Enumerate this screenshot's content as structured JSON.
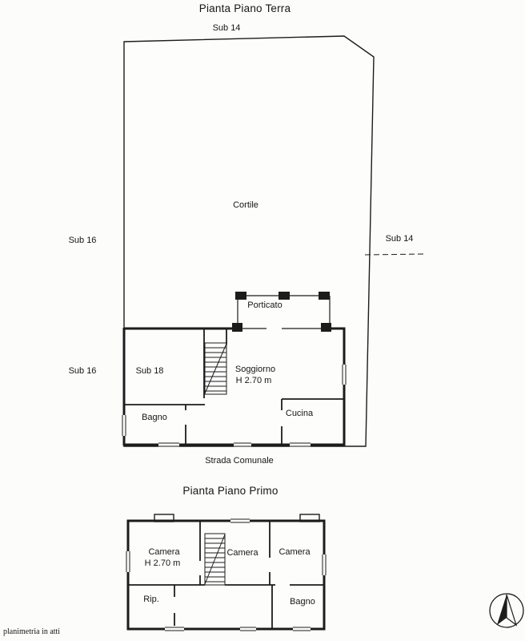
{
  "ground_floor": {
    "title": "Pianta Piano Terra",
    "sub14_top": "Sub 14",
    "cortile": "Cortile",
    "sub16_upper": "Sub 16",
    "sub14_right": "Sub 14",
    "porticato": "Porticato",
    "sub16_lower": "Sub 16",
    "sub18": "Sub 18",
    "soggiorno": "Soggiorno",
    "soggiorno_height": "H 2.70 m",
    "bagno": "Bagno",
    "cucina": "Cucina",
    "street": "Strada Comunale"
  },
  "first_floor": {
    "title": "Pianta Piano Primo",
    "camera_left": "Camera",
    "camera_left_height": "H 2.70 m",
    "camera_mid": "Camera",
    "camera_right": "Camera",
    "rip": "Rip.",
    "bagno": "Bagno"
  },
  "footer": {
    "note": "planimetria in atti"
  },
  "style": {
    "ink": "#1c1c1c",
    "paper": "#fcfcfb"
  }
}
